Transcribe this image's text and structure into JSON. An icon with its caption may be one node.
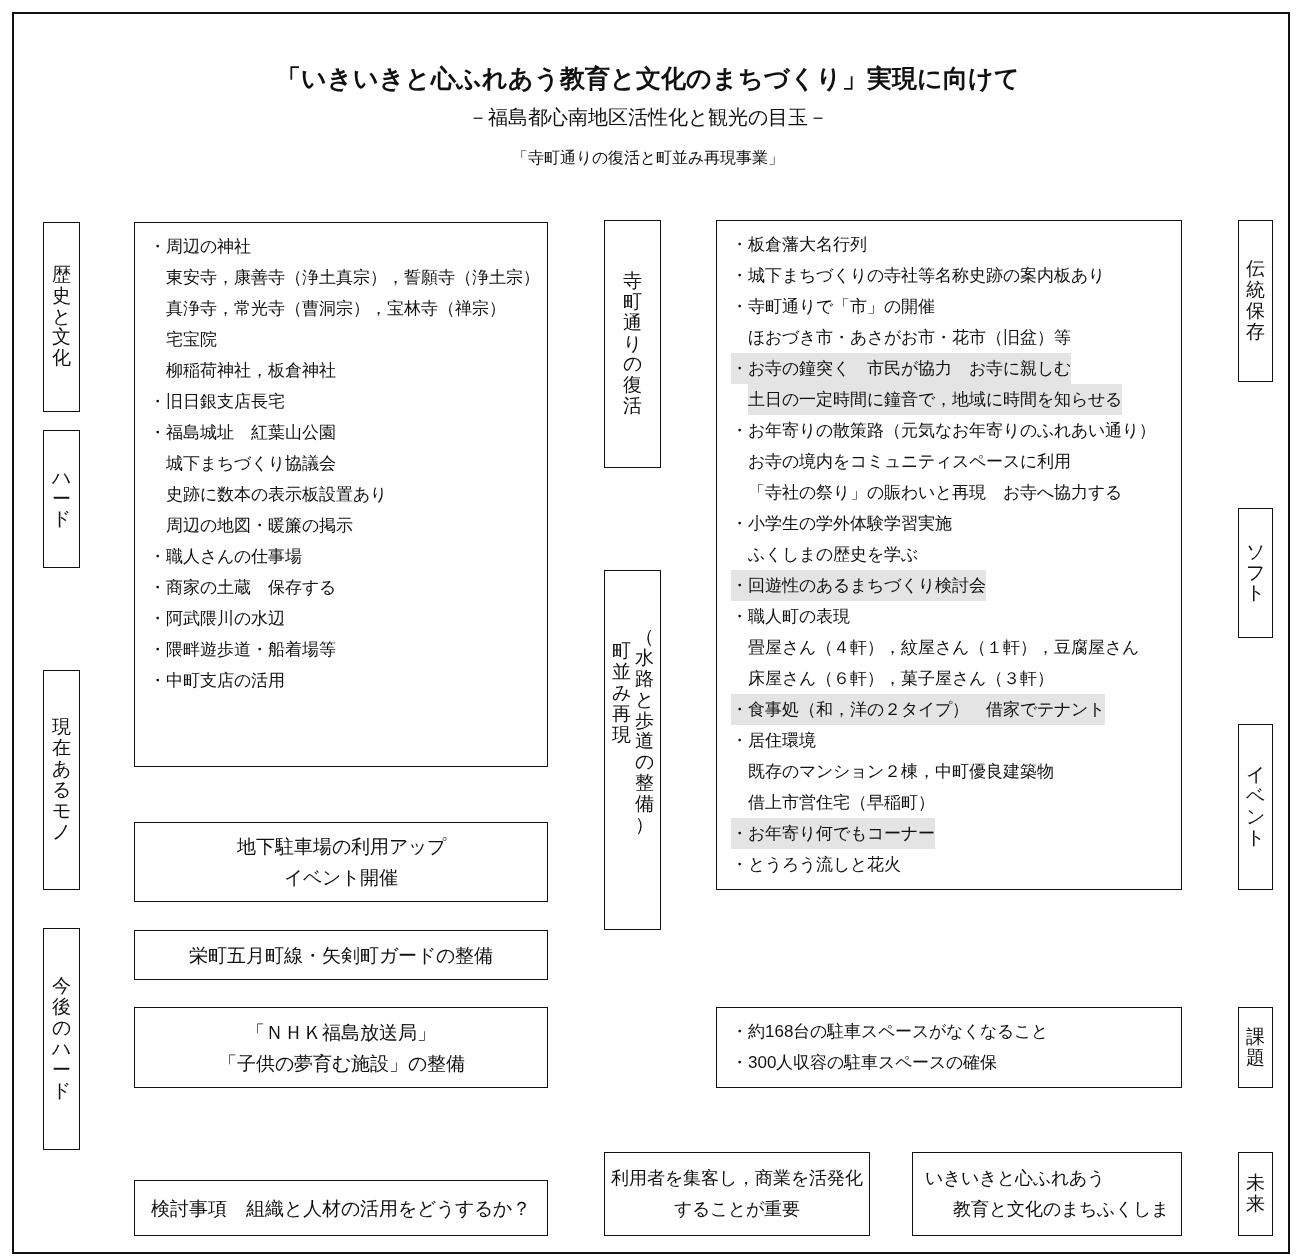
{
  "diagram": {
    "title": "「いきいきと心ふれあう教育と文化のまちづくり」実現に向けて",
    "labels": [
      "－福島都心南地区活性化と観光の目玉－",
      "「寺町通りの復活と町並み再現事業」"
    ],
    "nodes": [
      {
        "text": [
          "歴史と文化"
        ]
      },
      {
        "text": [
          "・周辺の神社",
          "東安寺，康善寺（浄土真宗），誓願寺（浄土宗）",
          "真浄寺，常光寺（曹洞宗），宝林寺（禅宗）",
          "宅宝院",
          "柳稲荷神社，板倉神社",
          "・旧日銀支店長宅",
          "・福島城址　紅葉山公園",
          "城下まちづくり協議会",
          "史跡に数本の表示板設置あり",
          "周辺の地図・暖簾の掲示",
          "・職人さんの仕事場",
          "・商家の土蔵　保存する",
          "・阿武隈川の水辺",
          "・隈畔遊歩道・船着場等",
          "・中町支店の活用"
        ]
      },
      {
        "text": [
          "寺町通りの復活"
        ]
      },
      {
        "text": [
          "・板倉藩大名行列",
          "・城下まちづくりの寺社等名称史跡の案内板あり",
          "・寺町通りで「市」の開催",
          "ほおづき市・あさがお市・花市（旧盆）等",
          "・お寺の鐘突く　市民が協力　お寺に親しむ",
          "土日の一定時間に鐘音で，地域に時間を知らせる",
          "・お年寄りの散策路（元気なお年寄りのふれあい通り）",
          "お寺の境内をコミュニティスペースに利用",
          "「寺社の祭り」の賑わいと再現　お寺へ協力する",
          "・小学生の学外体験学習実施",
          "ふくしまの歴史を学ぶ",
          "・回遊性のあるまちづくり検討会",
          "・職人町の表現",
          "畳屋さん（４軒），紋屋さん（１軒），豆腐屋さん",
          "床屋さん（６軒），菓子屋さん（３軒）",
          "・食事処（和，洋の２タイプ）　借家でテナント",
          "・居住環境",
          "既存のマンション２棟，中町優良建築物",
          "借上市営住宅（早稲町）",
          "・お年寄り何でもコーナー",
          "・とうろう流しと花火"
        ]
      },
      {
        "text": [
          "伝統保存"
        ]
      },
      {
        "text": [
          "ハード"
        ]
      },
      {
        "text": [
          "ソフト"
        ]
      },
      {
        "text": [
          "町並み再現",
          "（水路と歩道の整備）"
        ]
      },
      {
        "text": [
          "現在あるモノ"
        ]
      },
      {
        "text": [
          "イベント"
        ]
      },
      {
        "text": [
          "地下駐車場の利用アップ",
          "イベント開催"
        ]
      },
      {
        "text": [
          "今後のハード"
        ]
      },
      {
        "text": [
          "栄町五月町線・矢剣町ガードの整備"
        ]
      },
      {
        "text": [
          "「ＮＨＫ福島放送局」",
          "「子供の夢育む施設」の整備"
        ]
      },
      {
        "text": [
          "・約168台の駐車スペースがなくなること",
          "・300人収容の駐車スペースの確保"
        ]
      },
      {
        "text": [
          "課題"
        ]
      },
      {
        "text": [
          "検討事項　組織と人材の活用をどうするか？"
        ]
      },
      {
        "text": [
          "利用者を集客し，商業を活発化することが重要"
        ]
      },
      {
        "text": [
          "いきいきと心ふれあう",
          "教育と文化のまちふくしま"
        ]
      },
      {
        "text": [
          "未来"
        ]
      }
    ]
  }
}
